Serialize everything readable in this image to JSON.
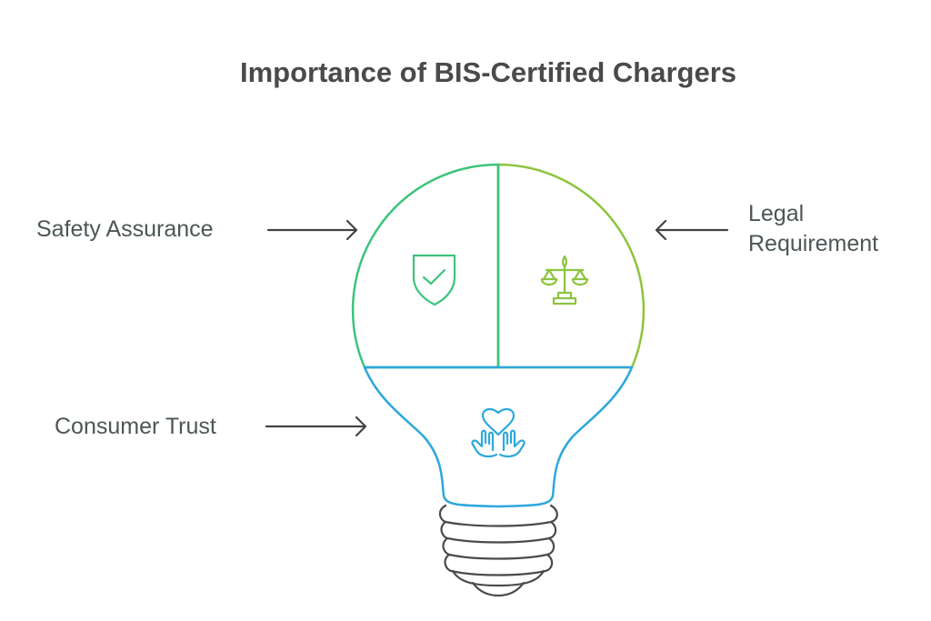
{
  "title": "Importance of BIS-Certified Chargers",
  "items": [
    {
      "label": "Safety Assurance",
      "icon": "shield-check-icon",
      "color": "#3cc47c"
    },
    {
      "label_line1": "Legal",
      "label_line2": "Requirement",
      "icon": "scales-icon",
      "color": "#8dc43f"
    },
    {
      "label": "Consumer Trust",
      "icon": "heart-hands-icon",
      "color": "#2ea8dc"
    }
  ],
  "base_color": "#4a4a4a"
}
